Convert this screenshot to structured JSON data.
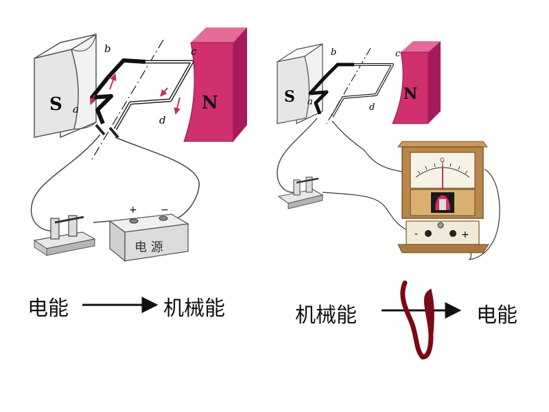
{
  "motor": {
    "south_pole": "S",
    "north_pole": "N",
    "point_a": "a",
    "point_b": "b",
    "point_c": "c",
    "point_d": "d",
    "battery_label": "电 源",
    "battery_plus": "+",
    "battery_minus": "−",
    "caption_from": "电能",
    "caption_to": "机械能"
  },
  "generator": {
    "south_pole": "S",
    "north_pole": "N",
    "point_a": "a",
    "point_b": "b",
    "point_c": "c",
    "point_d": "d",
    "meter_minus": "-",
    "meter_plus": "+",
    "meter_g": "G",
    "caption_from": "机械能",
    "caption_to": "电能"
  },
  "colors": {
    "magnet_pink": "#d0306e",
    "magnet_pink_dark": "#a8195a",
    "magnet_pink_light": "#e46a98",
    "magnet_gray": "#e4e4e4",
    "coil_dark": "#111111",
    "arrow_red": "#c0305a",
    "meter_wood": "#b9874a",
    "mark_red": "#7a0a16"
  }
}
